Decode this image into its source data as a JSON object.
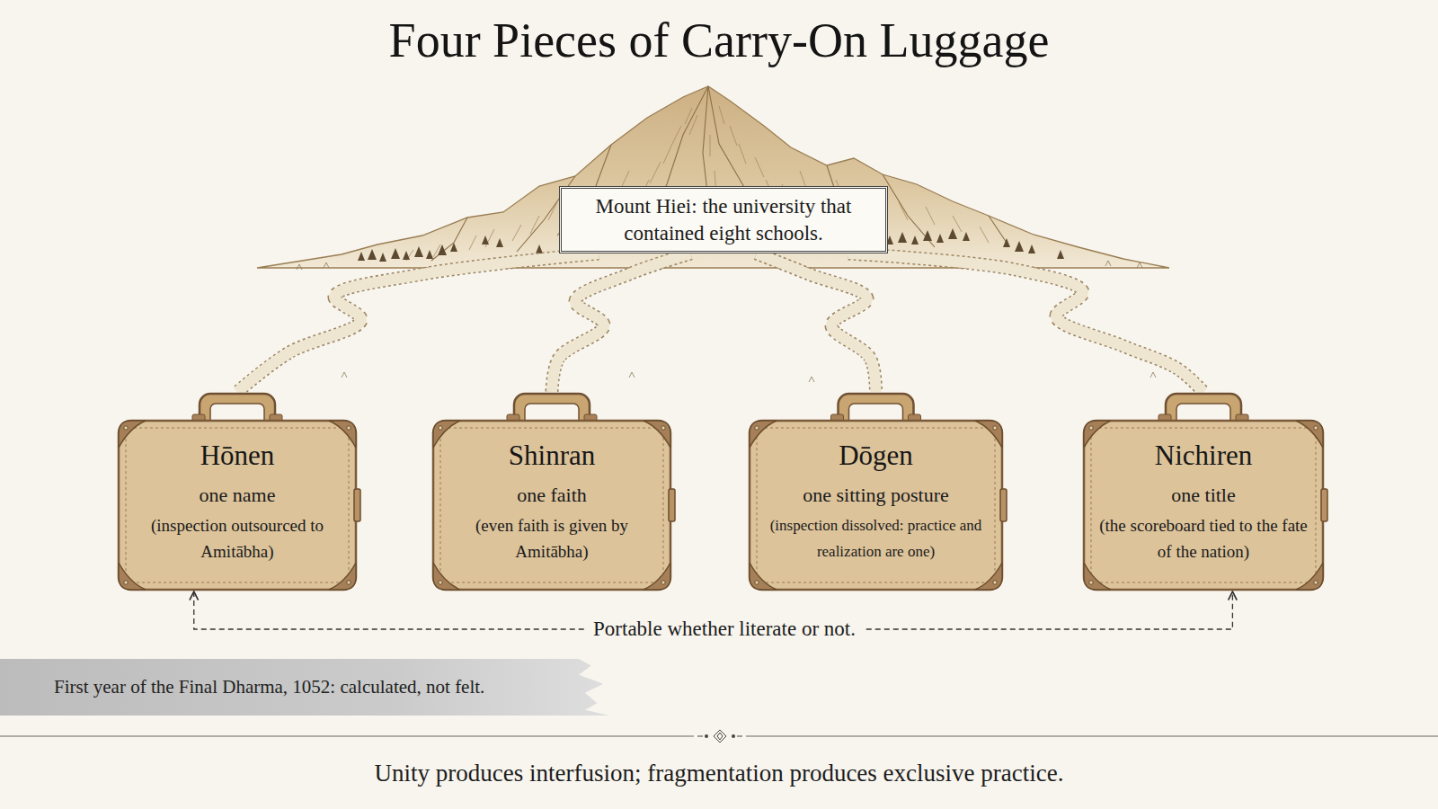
{
  "diagram": {
    "title": "Four Pieces of Carry-On Luggage",
    "caption": "Unity produces interfusion; fragmentation produces exclusive practice.",
    "nodes": [
      {
        "text": [
          "Mount Hiei: the university that contained eight schools."
        ]
      },
      {
        "text": [
          "Hōnen",
          "one name",
          "(inspection outsourced to Amitābha)"
        ]
      },
      {
        "text": [
          "Shinran",
          "one faith",
          "(even faith is given by Amitābha)"
        ]
      },
      {
        "text": [
          "Dōgen",
          "one sitting posture",
          "(inspection dissolved: practice and realization are one)"
        ]
      },
      {
        "text": [
          "Nichiren",
          "one title",
          "(the scoreboard tied to the fate of the nation)"
        ]
      },
      {
        "text": [
          "First year of the Final Dharma, 1052: calculated, not felt."
        ]
      }
    ],
    "edges": [
      {
        "from": 0,
        "to": 1,
        "arrow": "none"
      },
      {
        "from": 0,
        "to": 2,
        "arrow": "none"
      },
      {
        "from": 0,
        "to": 3,
        "arrow": "none"
      },
      {
        "from": 0,
        "to": 4,
        "arrow": "none"
      },
      {
        "from": 1,
        "to": 4,
        "arrow": "both",
        "label": "Portable whether literate or not."
      }
    ]
  }
}
